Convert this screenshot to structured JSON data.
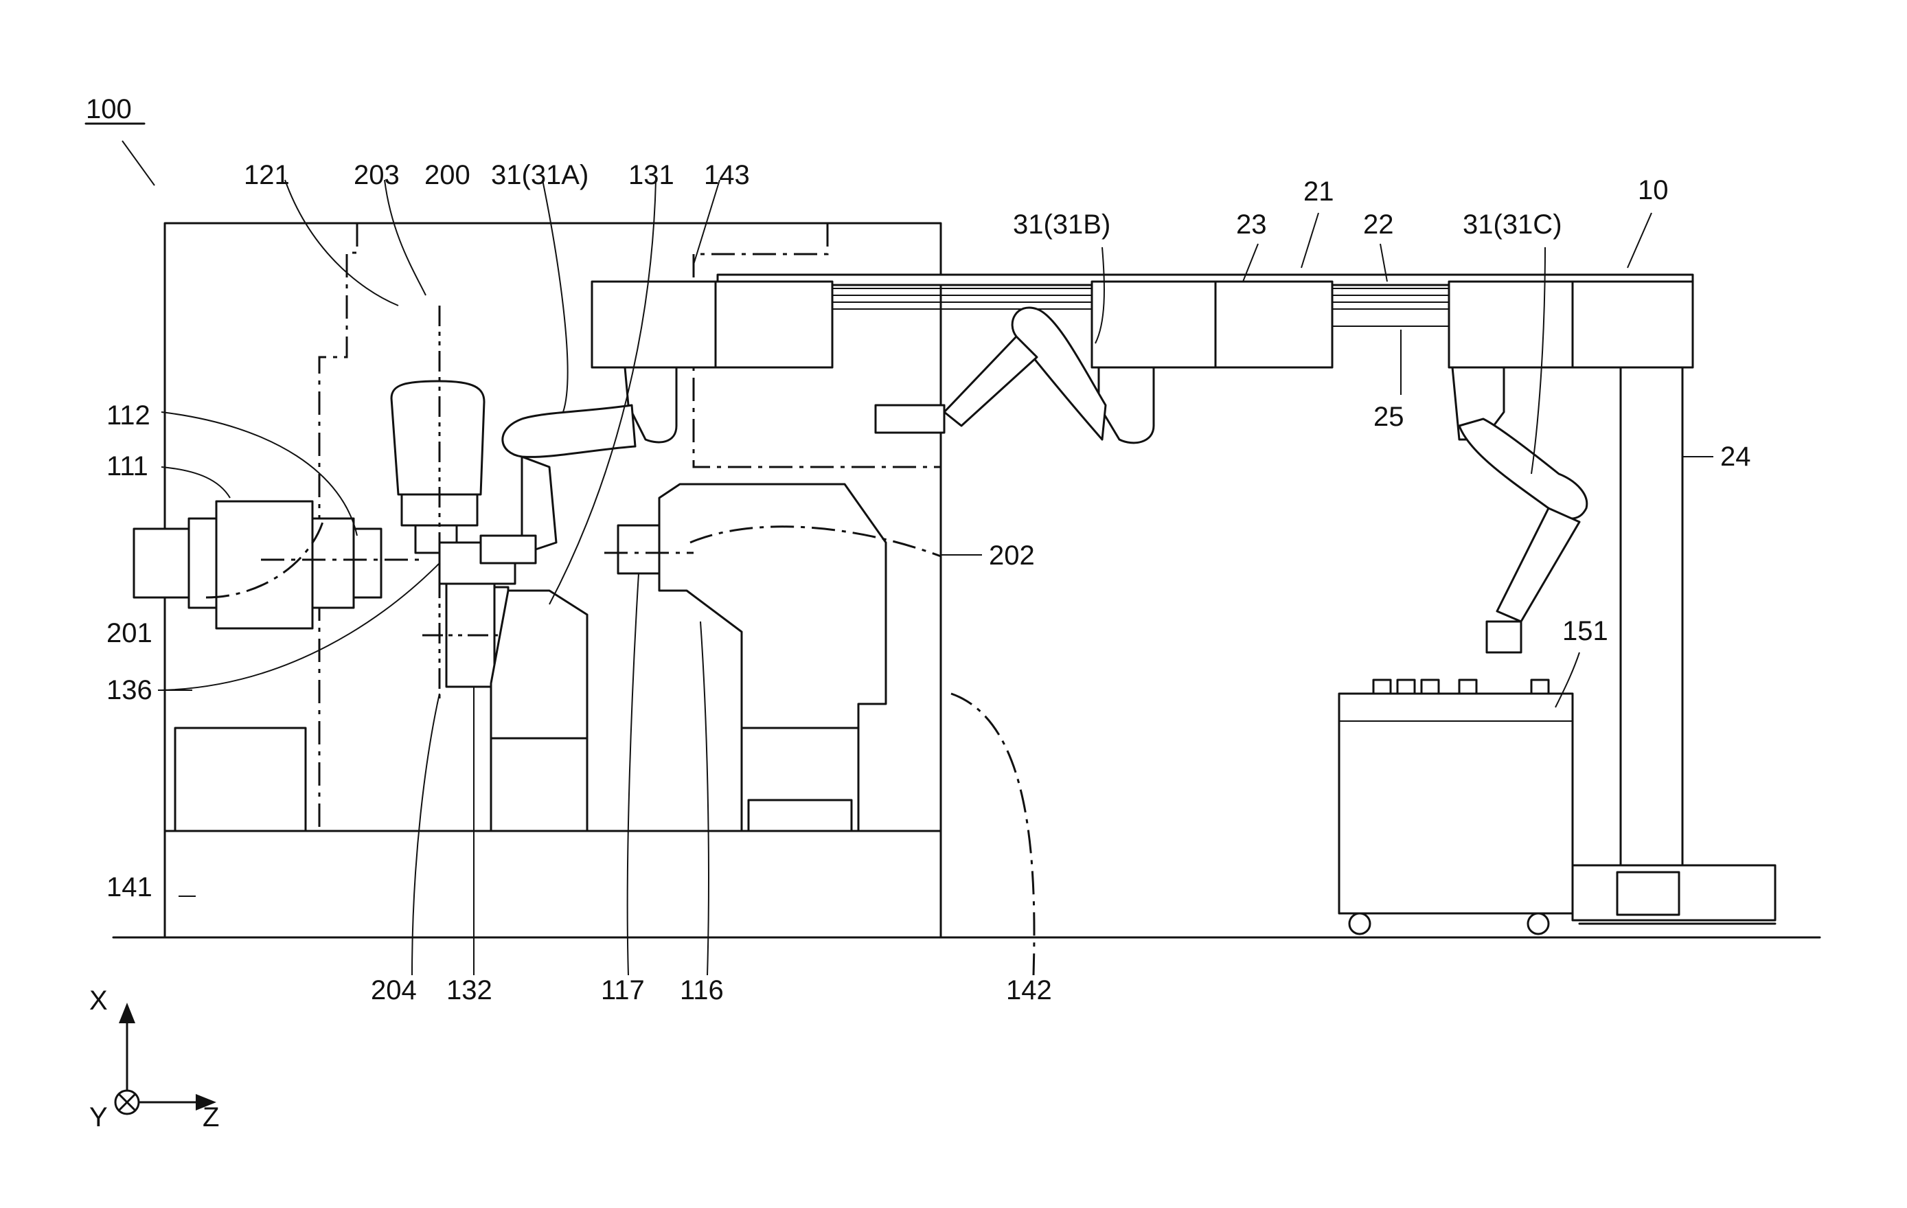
{
  "figure": {
    "main_label": "100",
    "labels": {
      "l121": "121",
      "l203": "203",
      "l200": "200",
      "l31A": "31(31A)",
      "l131": "131",
      "l143": "143",
      "l31B": "31(31B)",
      "l23": "23",
      "l21": "21",
      "l22": "22",
      "l31C": "31(31C)",
      "l10": "10",
      "l25": "25",
      "l24": "24",
      "l112": "112",
      "l111": "111",
      "l202": "202",
      "l201": "201",
      "l136": "136",
      "l151": "151",
      "l141": "141",
      "l204": "204",
      "l132": "132",
      "l117": "117",
      "l116": "116",
      "l142": "142"
    },
    "axes": {
      "x": "X",
      "y": "Y",
      "z": "Z"
    }
  }
}
